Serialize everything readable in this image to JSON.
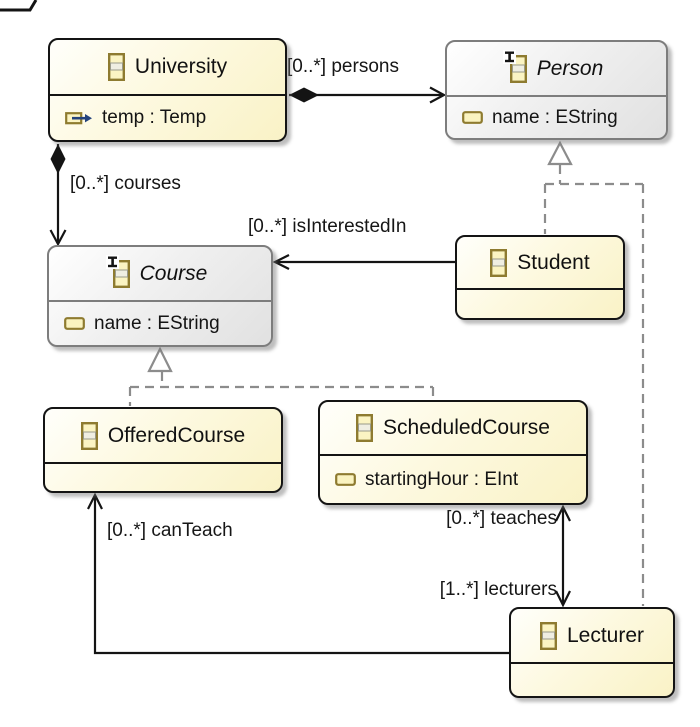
{
  "classes": {
    "university": {
      "name": "University",
      "abstract": false,
      "attributes": [
        "temp : Temp"
      ]
    },
    "person": {
      "name": "Person",
      "abstract": true,
      "attributes": [
        "name : EString"
      ]
    },
    "course": {
      "name": "Course",
      "abstract": true,
      "attributes": [
        "name : EString"
      ]
    },
    "student": {
      "name": "Student",
      "abstract": false,
      "attributes": []
    },
    "offeredCourse": {
      "name": "OfferedCourse",
      "abstract": false,
      "attributes": []
    },
    "scheduledCourse": {
      "name": "ScheduledCourse",
      "abstract": false,
      "attributes": [
        "startingHour : EInt"
      ]
    },
    "lecturer": {
      "name": "Lecturer",
      "abstract": false,
      "attributes": []
    }
  },
  "edges": {
    "persons": {
      "label": "[0..*] persons",
      "type": "composition",
      "from": "University",
      "to": "Person"
    },
    "courses": {
      "label": "[0..*] courses",
      "type": "composition",
      "from": "University",
      "to": "Course"
    },
    "is_interested_in": {
      "label": "[0..*] isInterestedIn",
      "type": "reference",
      "from": "Student",
      "to": "Course"
    },
    "can_teach": {
      "label": "[0..*] canTeach",
      "type": "reference",
      "from": "Lecturer",
      "to": "OfferedCourse"
    },
    "teaches": {
      "label": "[0..*] teaches",
      "type": "reference",
      "from": "Lecturer",
      "to": "ScheduledCourse"
    },
    "lecturers": {
      "label": "[1..*] lecturers",
      "type": "reference",
      "from": "ScheduledCourse",
      "to": "Lecturer"
    },
    "generalizations": [
      "Student -> Person",
      "Lecturer -> Person",
      "OfferedCourse -> Course",
      "ScheduledCourse -> Course"
    ]
  },
  "colors": {
    "class_fill": "#f9f2c6",
    "class_border": "#141414",
    "abstract_fill": "#e1e1e1",
    "abstract_border": "#7d7d7d",
    "edge": "#141414",
    "generalization": "#8c8c8c",
    "icon_olive": "#8e7b30",
    "icon_fill": "#fbf4c3",
    "reference_arrow": "#23427c"
  }
}
